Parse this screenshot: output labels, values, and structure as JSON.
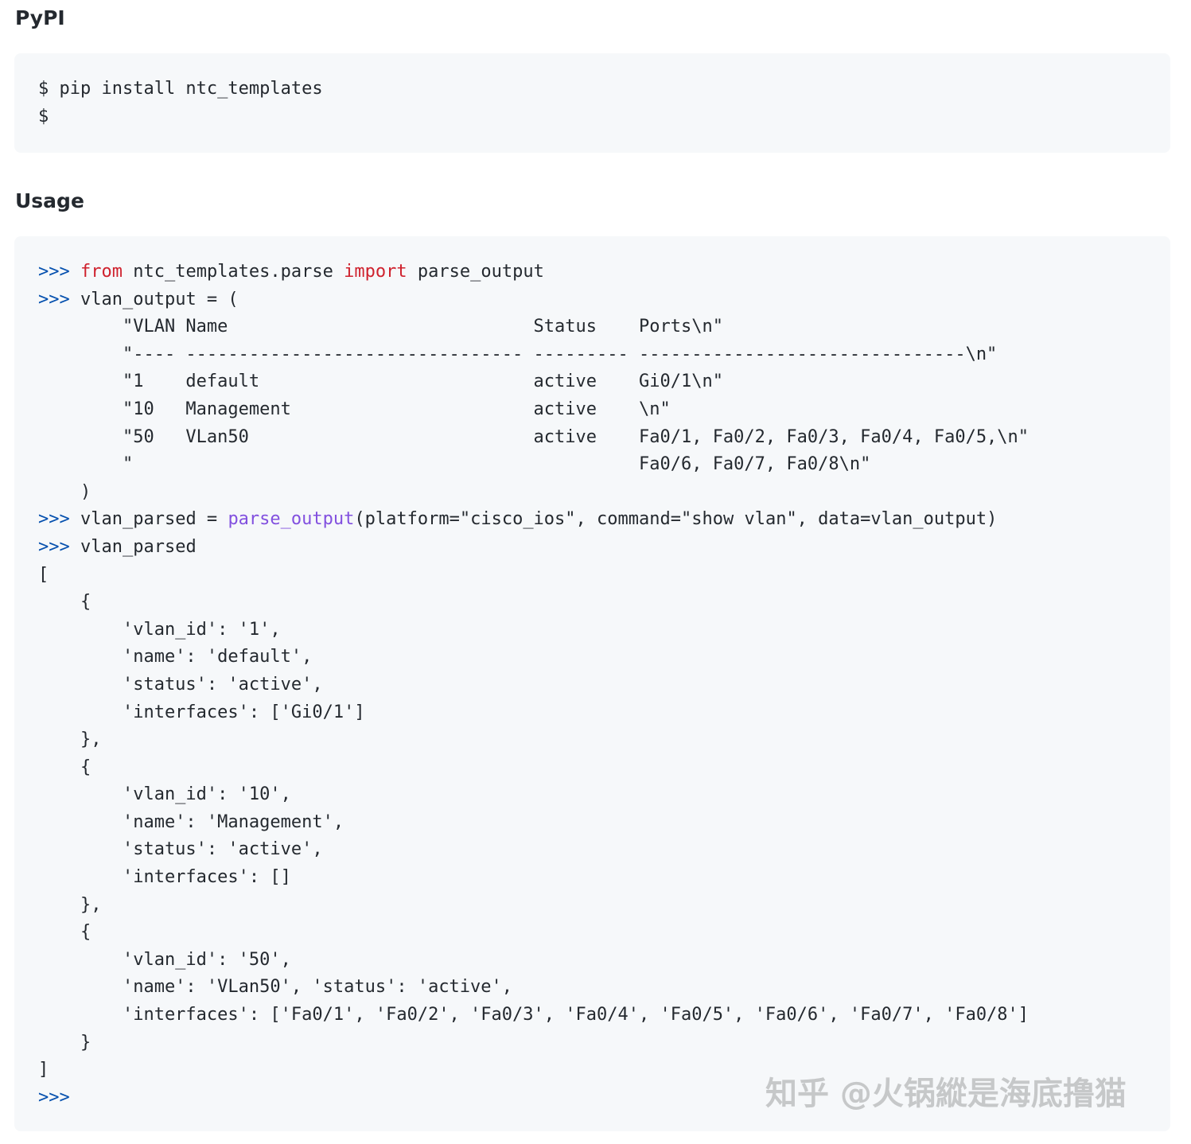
{
  "headings": {
    "pypi": "PyPI",
    "usage": "Usage"
  },
  "pypi_block": {
    "lines": [
      "$ pip install ntc_templates",
      "$"
    ]
  },
  "usage_block": {
    "prompt": ">>>",
    "kw_from": "from",
    "kw_import": "import",
    "fn_parse_output": "parse_output",
    "import_module": " ntc_templates.parse ",
    "import_name": " parse_output",
    "vlan_output_assign": " vlan_output = (",
    "output_lines": [
      "        \"VLAN Name                             Status    Ports\\n\"",
      "        \"---- -------------------------------- --------- -------------------------------\\n\"",
      "        \"1    default                          active    Gi0/1\\n\"",
      "        \"10   Management                       active    \\n\"",
      "        \"50   VLan50                           active    Fa0/1, Fa0/2, Fa0/3, Fa0/4, Fa0/5,\\n\"",
      "        \"                                                Fa0/6, Fa0/7, Fa0/8\\n\"",
      "    )"
    ],
    "parsed_assign_pre": " vlan_parsed = ",
    "parsed_assign_post": "(platform=\"cisco_ios\", command=\"show vlan\", data=vlan_output)",
    "show_parsed": " vlan_parsed",
    "result_lines": [
      "[",
      "    {",
      "        'vlan_id': '1',",
      "        'name': 'default',",
      "        'status': 'active',",
      "        'interfaces': ['Gi0/1']",
      "    },",
      "    {",
      "        'vlan_id': '10',",
      "        'name': 'Management',",
      "        'status': 'active',",
      "        'interfaces': []",
      "    },",
      "    {",
      "        'vlan_id': '50',",
      "        'name': 'VLan50', 'status': 'active',",
      "        'interfaces': ['Fa0/1', 'Fa0/2', 'Fa0/3', 'Fa0/4', 'Fa0/5', 'Fa0/6', 'Fa0/7', 'Fa0/8']",
      "    }",
      "]"
    ]
  },
  "watermark": "知乎 @火锅縱是海底撸猫"
}
